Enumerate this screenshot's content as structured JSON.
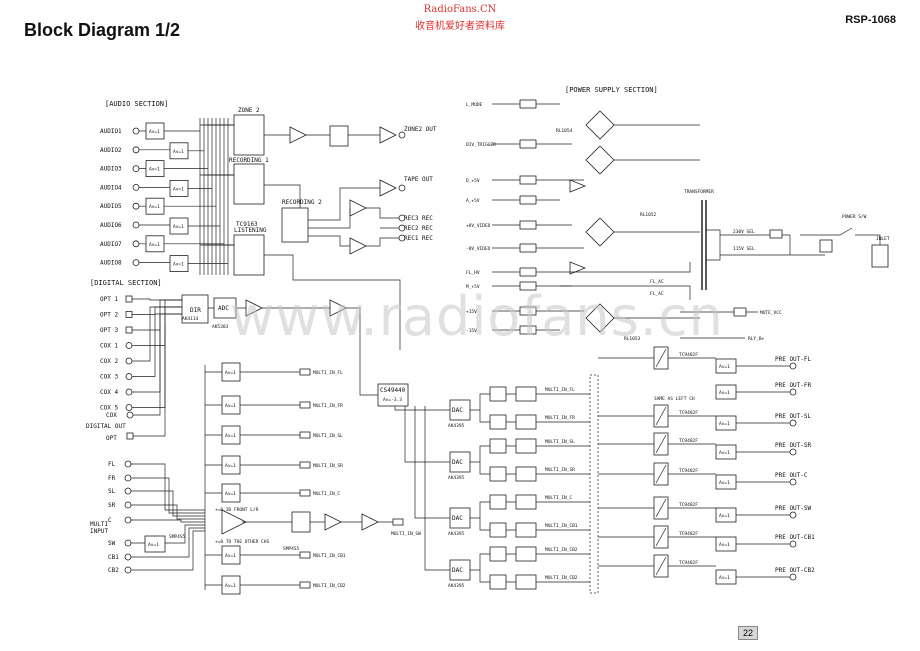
{
  "header": {
    "title": "Block Diagram 1/2",
    "model": "RSP-1068",
    "watermark_site": "RadioFans.CN",
    "watermark_cn": "收音机爱好者资料库",
    "watermark_big": "www.radiofans.cn",
    "page_number": "22"
  },
  "sections": {
    "audio": "[AUDIO SECTION]",
    "digital": "[DIGITAL SECTION]",
    "power": "[POWER SUPPLY SECTION]"
  },
  "audio": {
    "inputs": [
      "AUDIO1",
      "AUDIO2",
      "AUDIO3",
      "AUDIO4",
      "AUDIO5",
      "AUDIO6",
      "AUDIO7",
      "AUDIO8"
    ],
    "amp_label": "Av=1",
    "zone2": "ZONE 2",
    "recording1": "RECORDING 1",
    "tc9163": "TC9163",
    "listening": "LISTENING",
    "recording2": "RECORDING 2",
    "zone2_out": "ZONE2 OUT",
    "tape_out": "TAPE OUT",
    "rec3": "REC3 REC",
    "rec2": "REC2 REC",
    "rec1": "REC1 REC"
  },
  "digital": {
    "opt_inputs": [
      "OPT 1",
      "OPT 2",
      "OPT 3"
    ],
    "cox_inputs": [
      "COX 1",
      "COX 2",
      "COX 3",
      "COX 4",
      "COX 5"
    ],
    "dir": "DIR",
    "dir_part": "AK4114",
    "adc": "ADC",
    "adc_part": "AK5383",
    "digital_out": [
      "COX",
      "DIGITAL OUT",
      "OPT"
    ],
    "cs": "CS49440",
    "cs_gain": "Av=-3.3",
    "dac": "DAC",
    "dac_part": "AK4395"
  },
  "multi": {
    "inputs": [
      "FL",
      "FR",
      "SL",
      "SR",
      "C",
      "SW",
      "CB1",
      "CB2"
    ],
    "input_label": "MULTI INPUT",
    "outs": [
      "MULTI_IN_FL",
      "MULTI_IN_FR",
      "MULTI_IN_SL",
      "MULTI_IN_SR",
      "MULTI_IN_C",
      "MULTI_IN_CB1",
      "MULTI_IN_CB2",
      "MULTI_IN_SW"
    ],
    "smp": "SMP4S5",
    "front_note": "+=0.3D FRONT L/R",
    "other_note": "+=0 TO THE OTHER CHS"
  },
  "outputs": {
    "tc": "TC9482F",
    "labels": [
      "PRE OUT-FL",
      "PRE OUT-FR",
      "PRE OUT-SL",
      "PRE OUT-SR",
      "PRE OUT-C",
      "PRE OUT-SW",
      "PRE OUT-CB1",
      "PRE OUT-CB2"
    ],
    "same_as": "SAME AS LEFT CH"
  },
  "power": {
    "rails": [
      "L_MODE",
      "DIV_TRIGGER",
      "D_+5V",
      "A_+5V",
      "+8V_VIDEO",
      "-8V_VIDEO",
      "FL_HV",
      "M_+5V",
      "+15V",
      "-15V"
    ],
    "relay1": "RL1054",
    "relay2": "RL1053",
    "relay3": "RL1052",
    "transformer": "TRANSFORMER",
    "v230": "230V SEL",
    "v115": "115V SEL",
    "switch": "POWER S/W",
    "inlet": "INLET",
    "fl_ac1": "FL_AC",
    "fl_ac2": "FL_AC",
    "mute": "MUTE_VCC",
    "rly": "RLY_B+"
  }
}
